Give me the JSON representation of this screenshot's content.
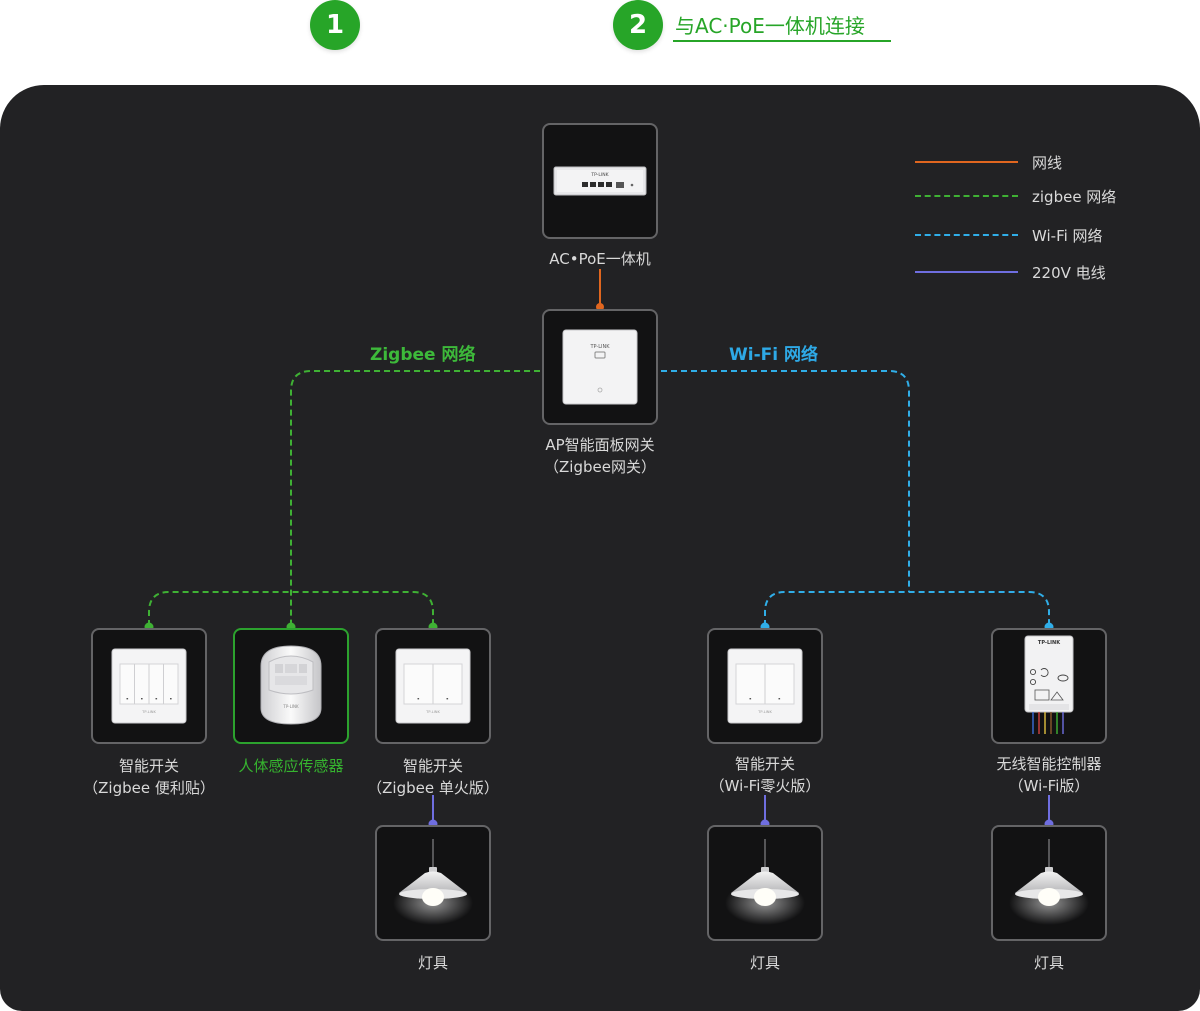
{
  "steps": [
    {
      "number": "1",
      "label": ""
    },
    {
      "number": "2",
      "label": "与AC·PoE一体机连接"
    }
  ],
  "colors": {
    "ethernet": "#e0661f",
    "zigbee": "#3fb134",
    "wifi": "#30aee8",
    "power_220v": "#6f6ee0",
    "accent": "#27a528"
  },
  "legend": [
    {
      "label": "网线",
      "style": "solid",
      "color": "#e0661f"
    },
    {
      "label": "zigbee 网络",
      "style": "dashed",
      "color": "#3fb134"
    },
    {
      "label": "Wi-Fi 网络",
      "style": "dashed",
      "color": "#30aee8"
    },
    {
      "label": "220V 电线",
      "style": "solid",
      "color": "#6f6ee0"
    }
  ],
  "networks": {
    "zigbee_label": "Zigbee 网络",
    "wifi_label": "Wi-Fi 网络"
  },
  "devices": {
    "ac_poe": {
      "line1": "AC•PoE一体机",
      "line2": "",
      "icon": "ac-poe-switch-icon"
    },
    "ap_gateway": {
      "line1": "AP智能面板网关",
      "line2": "（Zigbee网关）",
      "icon": "panel-ap-icon"
    },
    "zigbee_switch_4": {
      "line1": "智能开关",
      "line2": "（Zigbee 便利贴）",
      "icon": "switch-4gang-icon"
    },
    "motion_sensor": {
      "line1": "人体感应传感器",
      "line2": "",
      "icon": "motion-sensor-icon"
    },
    "zigbee_switch_2": {
      "line1": "智能开关",
      "line2": "（Zigbee 单火版）",
      "icon": "switch-2gang-icon"
    },
    "wifi_switch_2": {
      "line1": "智能开关",
      "line2": "（Wi-Fi零火版）",
      "icon": "switch-2gang-icon"
    },
    "wifi_controller": {
      "line1": "无线智能控制器",
      "line2": "（Wi-Fi版）",
      "icon": "controller-module-icon"
    }
  },
  "lamps": [
    {
      "label": "灯具",
      "icon": "pendant-lamp-icon"
    },
    {
      "label": "灯具",
      "icon": "pendant-lamp-icon"
    },
    {
      "label": "灯具",
      "icon": "pendant-lamp-icon"
    }
  ],
  "brand_text": "TP-LINK"
}
